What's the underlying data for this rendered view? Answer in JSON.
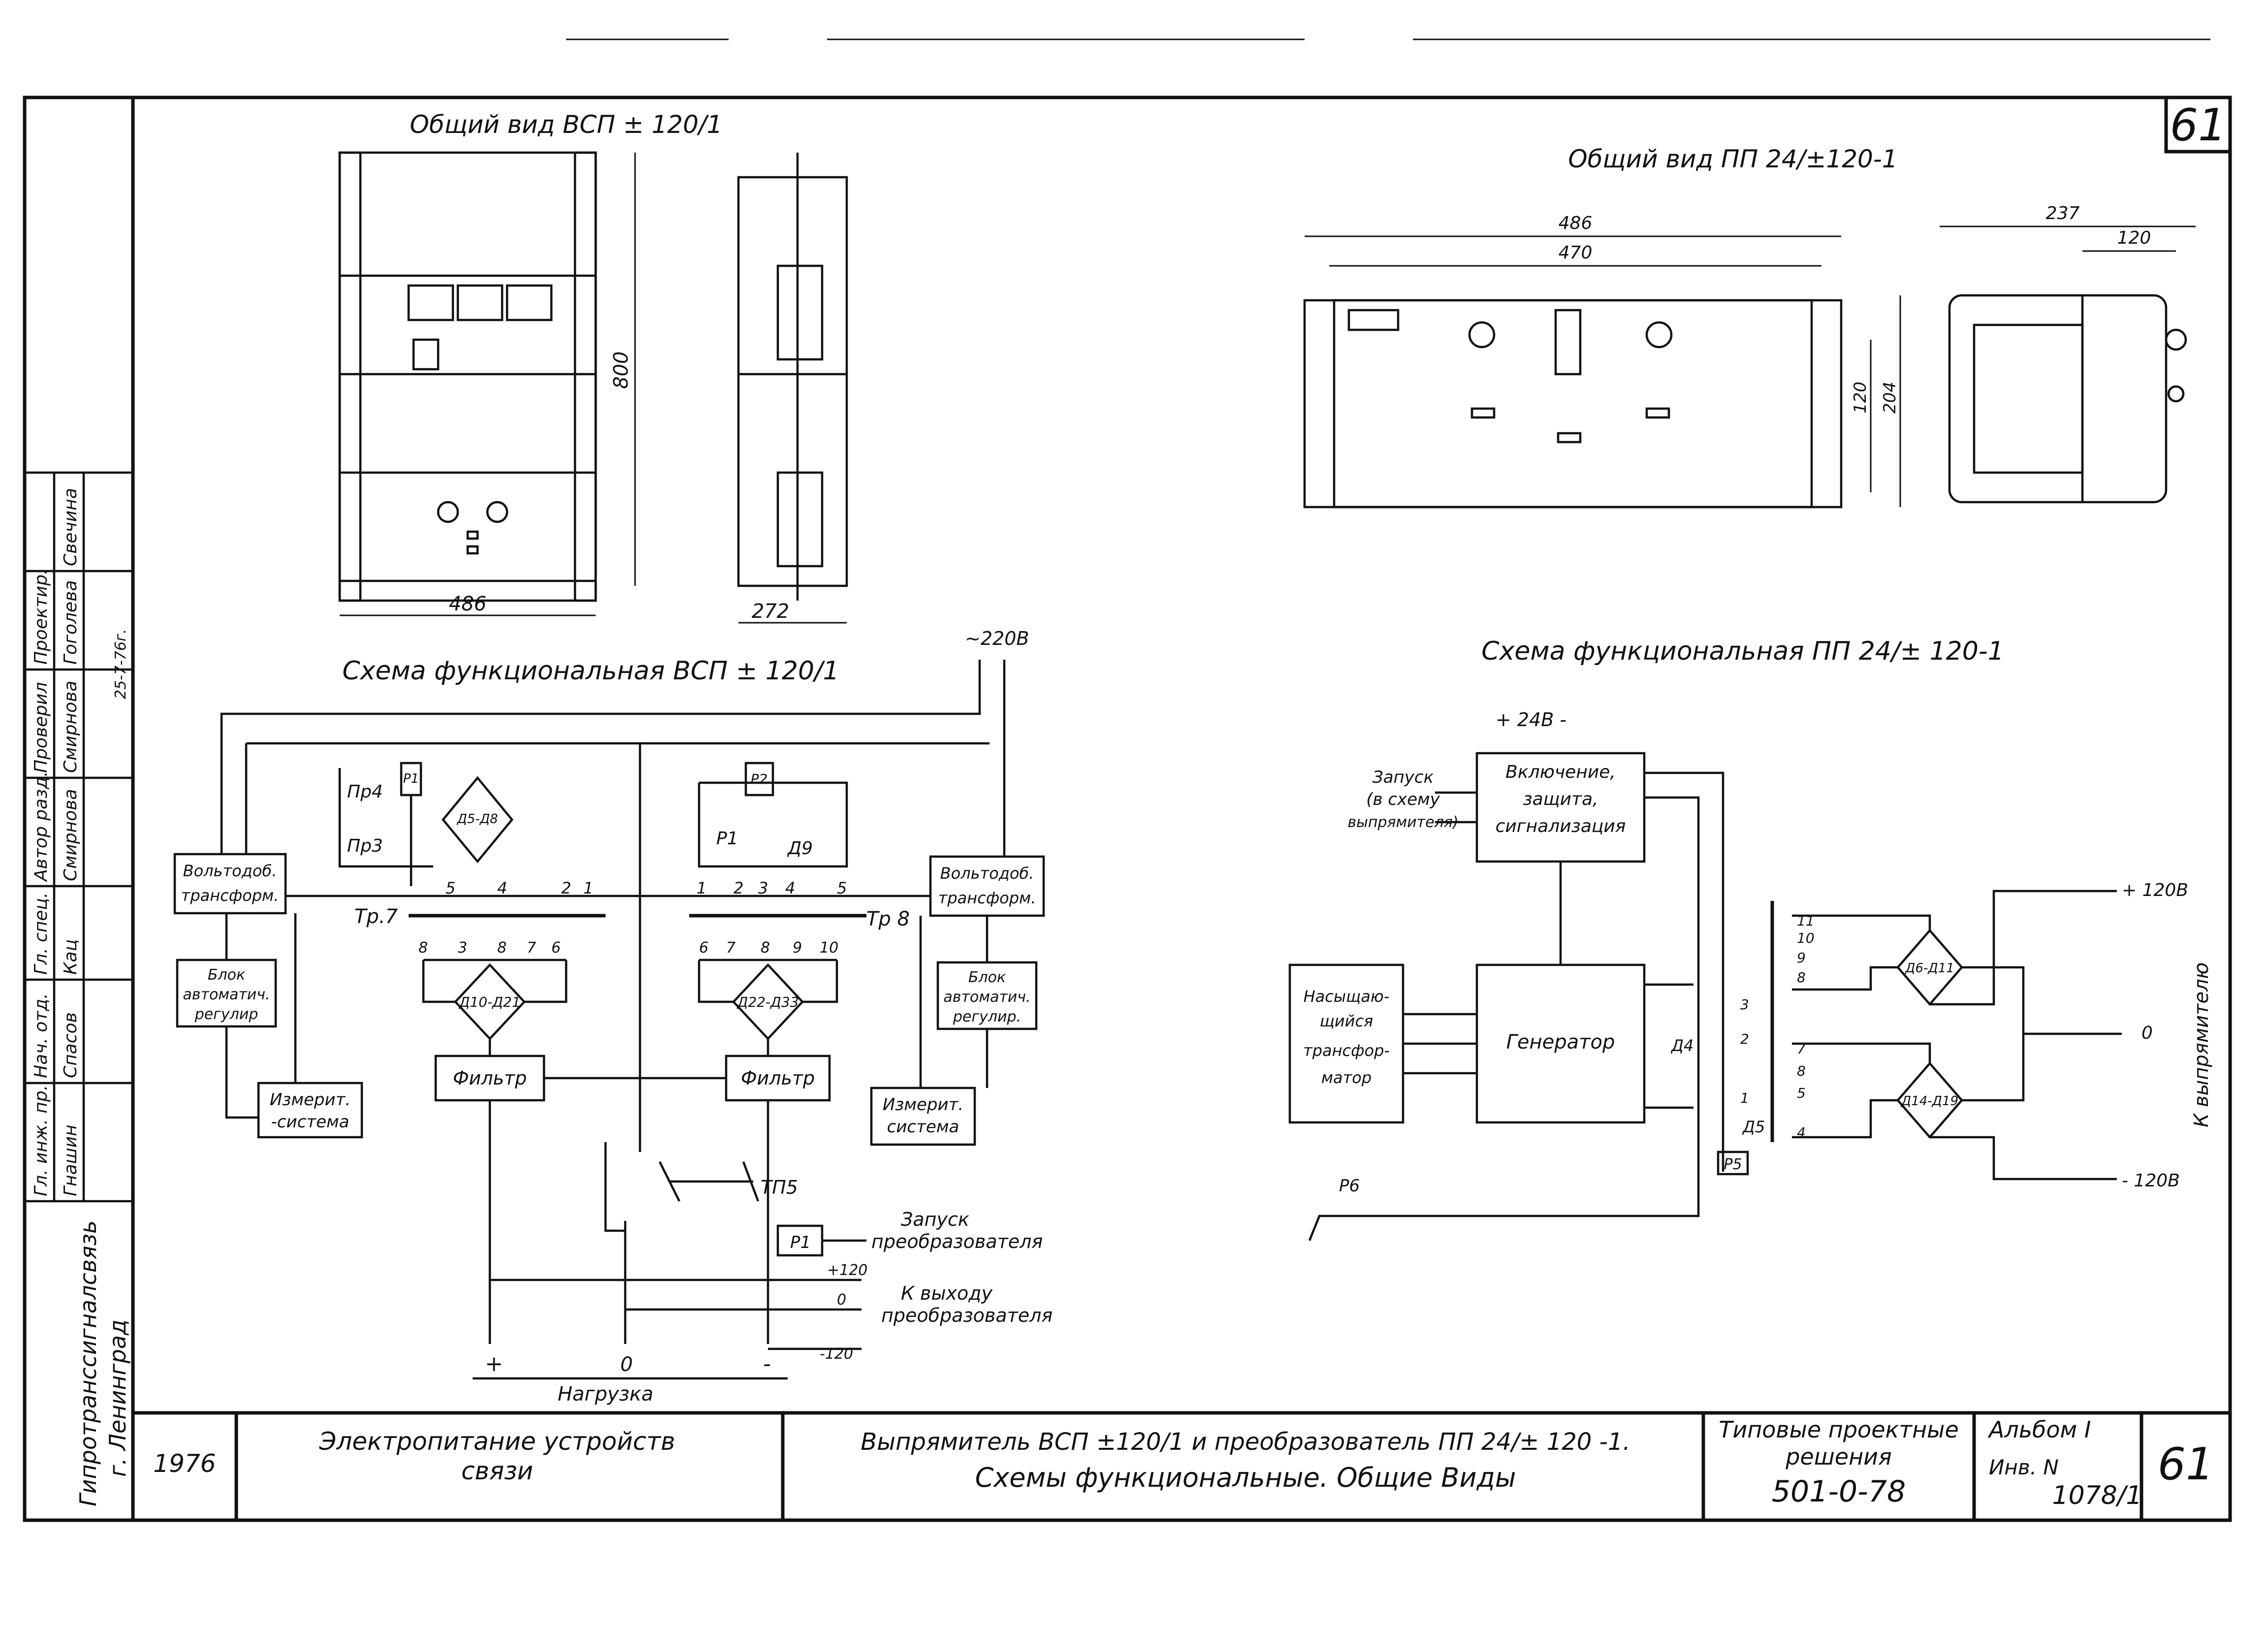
{
  "sheet": {
    "number_top": "61",
    "number_bottom": "61",
    "year": "1976",
    "subject": [
      "Электропитание устройств",
      "связи"
    ],
    "title_line1": "Выпрямитель ВСП ±120/1 и преобразователь ПП 24/± 120 -1.",
    "title_line2": "Схемы функциональные. Общие Виды",
    "series_label": [
      "Типовые проектные",
      "решения"
    ],
    "series_code": "501-0-78",
    "album": "Альбом I",
    "inv_label": "Инв. N",
    "inv_number": "1078/1",
    "org": [
      "Гипротранссигналсвязь",
      "г. Ленинград"
    ],
    "signatures": [
      {
        "role": "Гл. инж. пр.",
        "name": "Гнашин"
      },
      {
        "role": "Нач. отд.",
        "name": "Спасов"
      },
      {
        "role": "Гл. спец.",
        "name": "Кац"
      },
      {
        "role": "Автор разд.",
        "name": "Смирнова"
      },
      {
        "role": "Проверил",
        "name": "Смирнова"
      },
      {
        "role": "Проектир.",
        "name": "Гоголева"
      },
      {
        "role": "",
        "name": "Свечина"
      }
    ],
    "sig_note": "25-7-76г."
  },
  "vsp_view": {
    "title": "Общий вид ВСП ± 120/1",
    "dim_height": "800",
    "dim_width": "486",
    "dim_depth": "272"
  },
  "pp_view": {
    "title": "Общий вид ПП 24/±120-1",
    "dim_outer": "486",
    "dim_inner": "470",
    "dim_h1": "120",
    "dim_h2": "204",
    "dim_depth": "237",
    "dim_depth2": "120"
  },
  "vsp_scheme": {
    "title": "Схема функциональная ВСП ± 120/1",
    "supply": "~220В",
    "relay1": "Р1",
    "relay2": "Р2",
    "pr4": "Пр4",
    "pr3": "Пр3",
    "bridge1": "Д5-Д8",
    "p1": "Р1",
    "d9": "Д9",
    "volt_left": [
      "Вольтодоб.",
      "трансформ."
    ],
    "volt_right": [
      "Вольтодоб.",
      "трансформ."
    ],
    "tr7": "Тр.7",
    "tr8": "Тр 8",
    "tr7_pins": [
      "5",
      "4",
      "2",
      "1"
    ],
    "tr8_pins": [
      "1",
      "2",
      "3",
      "4",
      "5"
    ],
    "sec7_pins": [
      "8",
      "3",
      "8",
      "7",
      "6"
    ],
    "sec8_pins": [
      "6",
      "7",
      "8",
      "9",
      "10"
    ],
    "bridge2": "Д10-Д21",
    "bridge3": "Д22-Д33",
    "block_left": [
      "Блок",
      "автоматич.",
      "регулир"
    ],
    "block_right": [
      "Блок",
      "автоматич.",
      "регулир."
    ],
    "filter_left": "Фильтр",
    "filter_right": "Фильтр",
    "meas_left": [
      "Измерит.",
      "-система"
    ],
    "meas_right": [
      "Измерит.",
      "система"
    ],
    "tp5": "ТП5",
    "start": [
      "Запуск",
      "преобразователя"
    ],
    "p1_bottom": "Р1",
    "to_out": [
      "К выходу",
      "преобразователя"
    ],
    "v_plus": "+120",
    "v_zero": "0",
    "v_minus": "-120",
    "load_plus": "+",
    "load_zero": "0",
    "load_minus": "-",
    "load": "Нагрузка"
  },
  "pp_scheme": {
    "title": "Схема функциональная ПП 24/± 120-1",
    "supply": "+ 24В -",
    "start": [
      "Запуск",
      "(в схему",
      "выпрямителя)"
    ],
    "control": [
      "Включение,",
      "защита,",
      "сигнализация"
    ],
    "sat": [
      "Насыщаю-",
      "щийся",
      "трансфор-",
      "матор"
    ],
    "generator": "Генератор",
    "d4": "Д4",
    "d5": "Д5",
    "p5": "Р5",
    "p6": "Р6",
    "pins_top": [
      "11",
      "10",
      "9",
      "8"
    ],
    "pins_mid": [
      "3",
      "2",
      "1"
    ],
    "pins_bot": [
      "7",
      "8",
      "5",
      "4"
    ],
    "bridge_top": "Д6-Д11",
    "bridge_bot": "Д14-Д19",
    "out_plus": "+ 120В",
    "out_zero": "0",
    "out_minus": "- 120В",
    "to_rect": "К выпрямителю"
  }
}
